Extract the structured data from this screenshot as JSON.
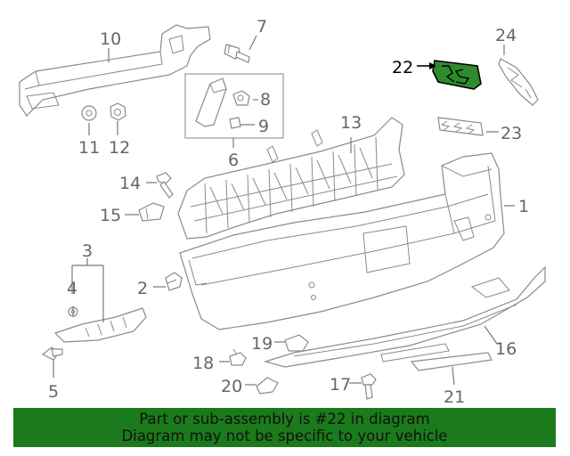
{
  "diagram": {
    "callouts": [
      {
        "id": "1",
        "label": "1"
      },
      {
        "id": "2",
        "label": "2"
      },
      {
        "id": "3",
        "label": "3"
      },
      {
        "id": "4",
        "label": "4"
      },
      {
        "id": "5",
        "label": "5"
      },
      {
        "id": "6",
        "label": "6"
      },
      {
        "id": "7",
        "label": "7"
      },
      {
        "id": "8",
        "label": "8"
      },
      {
        "id": "9",
        "label": "9"
      },
      {
        "id": "10",
        "label": "10"
      },
      {
        "id": "11",
        "label": "11"
      },
      {
        "id": "12",
        "label": "12"
      },
      {
        "id": "13",
        "label": "13"
      },
      {
        "id": "14",
        "label": "14"
      },
      {
        "id": "15",
        "label": "15"
      },
      {
        "id": "16",
        "label": "16"
      },
      {
        "id": "17",
        "label": "17"
      },
      {
        "id": "18",
        "label": "18"
      },
      {
        "id": "19",
        "label": "19"
      },
      {
        "id": "20",
        "label": "20"
      },
      {
        "id": "21",
        "label": "21"
      },
      {
        "id": "22",
        "label": "22"
      },
      {
        "id": "23",
        "label": "23"
      },
      {
        "id": "24",
        "label": "24"
      }
    ],
    "highlighted_part": "22",
    "highlight_color": "#2e8b2e",
    "part_stroke_color": "#8a8a8a"
  },
  "footer": {
    "line1": "Part or sub-assembly is #22 in diagram",
    "line2": "Diagram may not be specific to your vehicle",
    "background": "#1b7a1b"
  }
}
